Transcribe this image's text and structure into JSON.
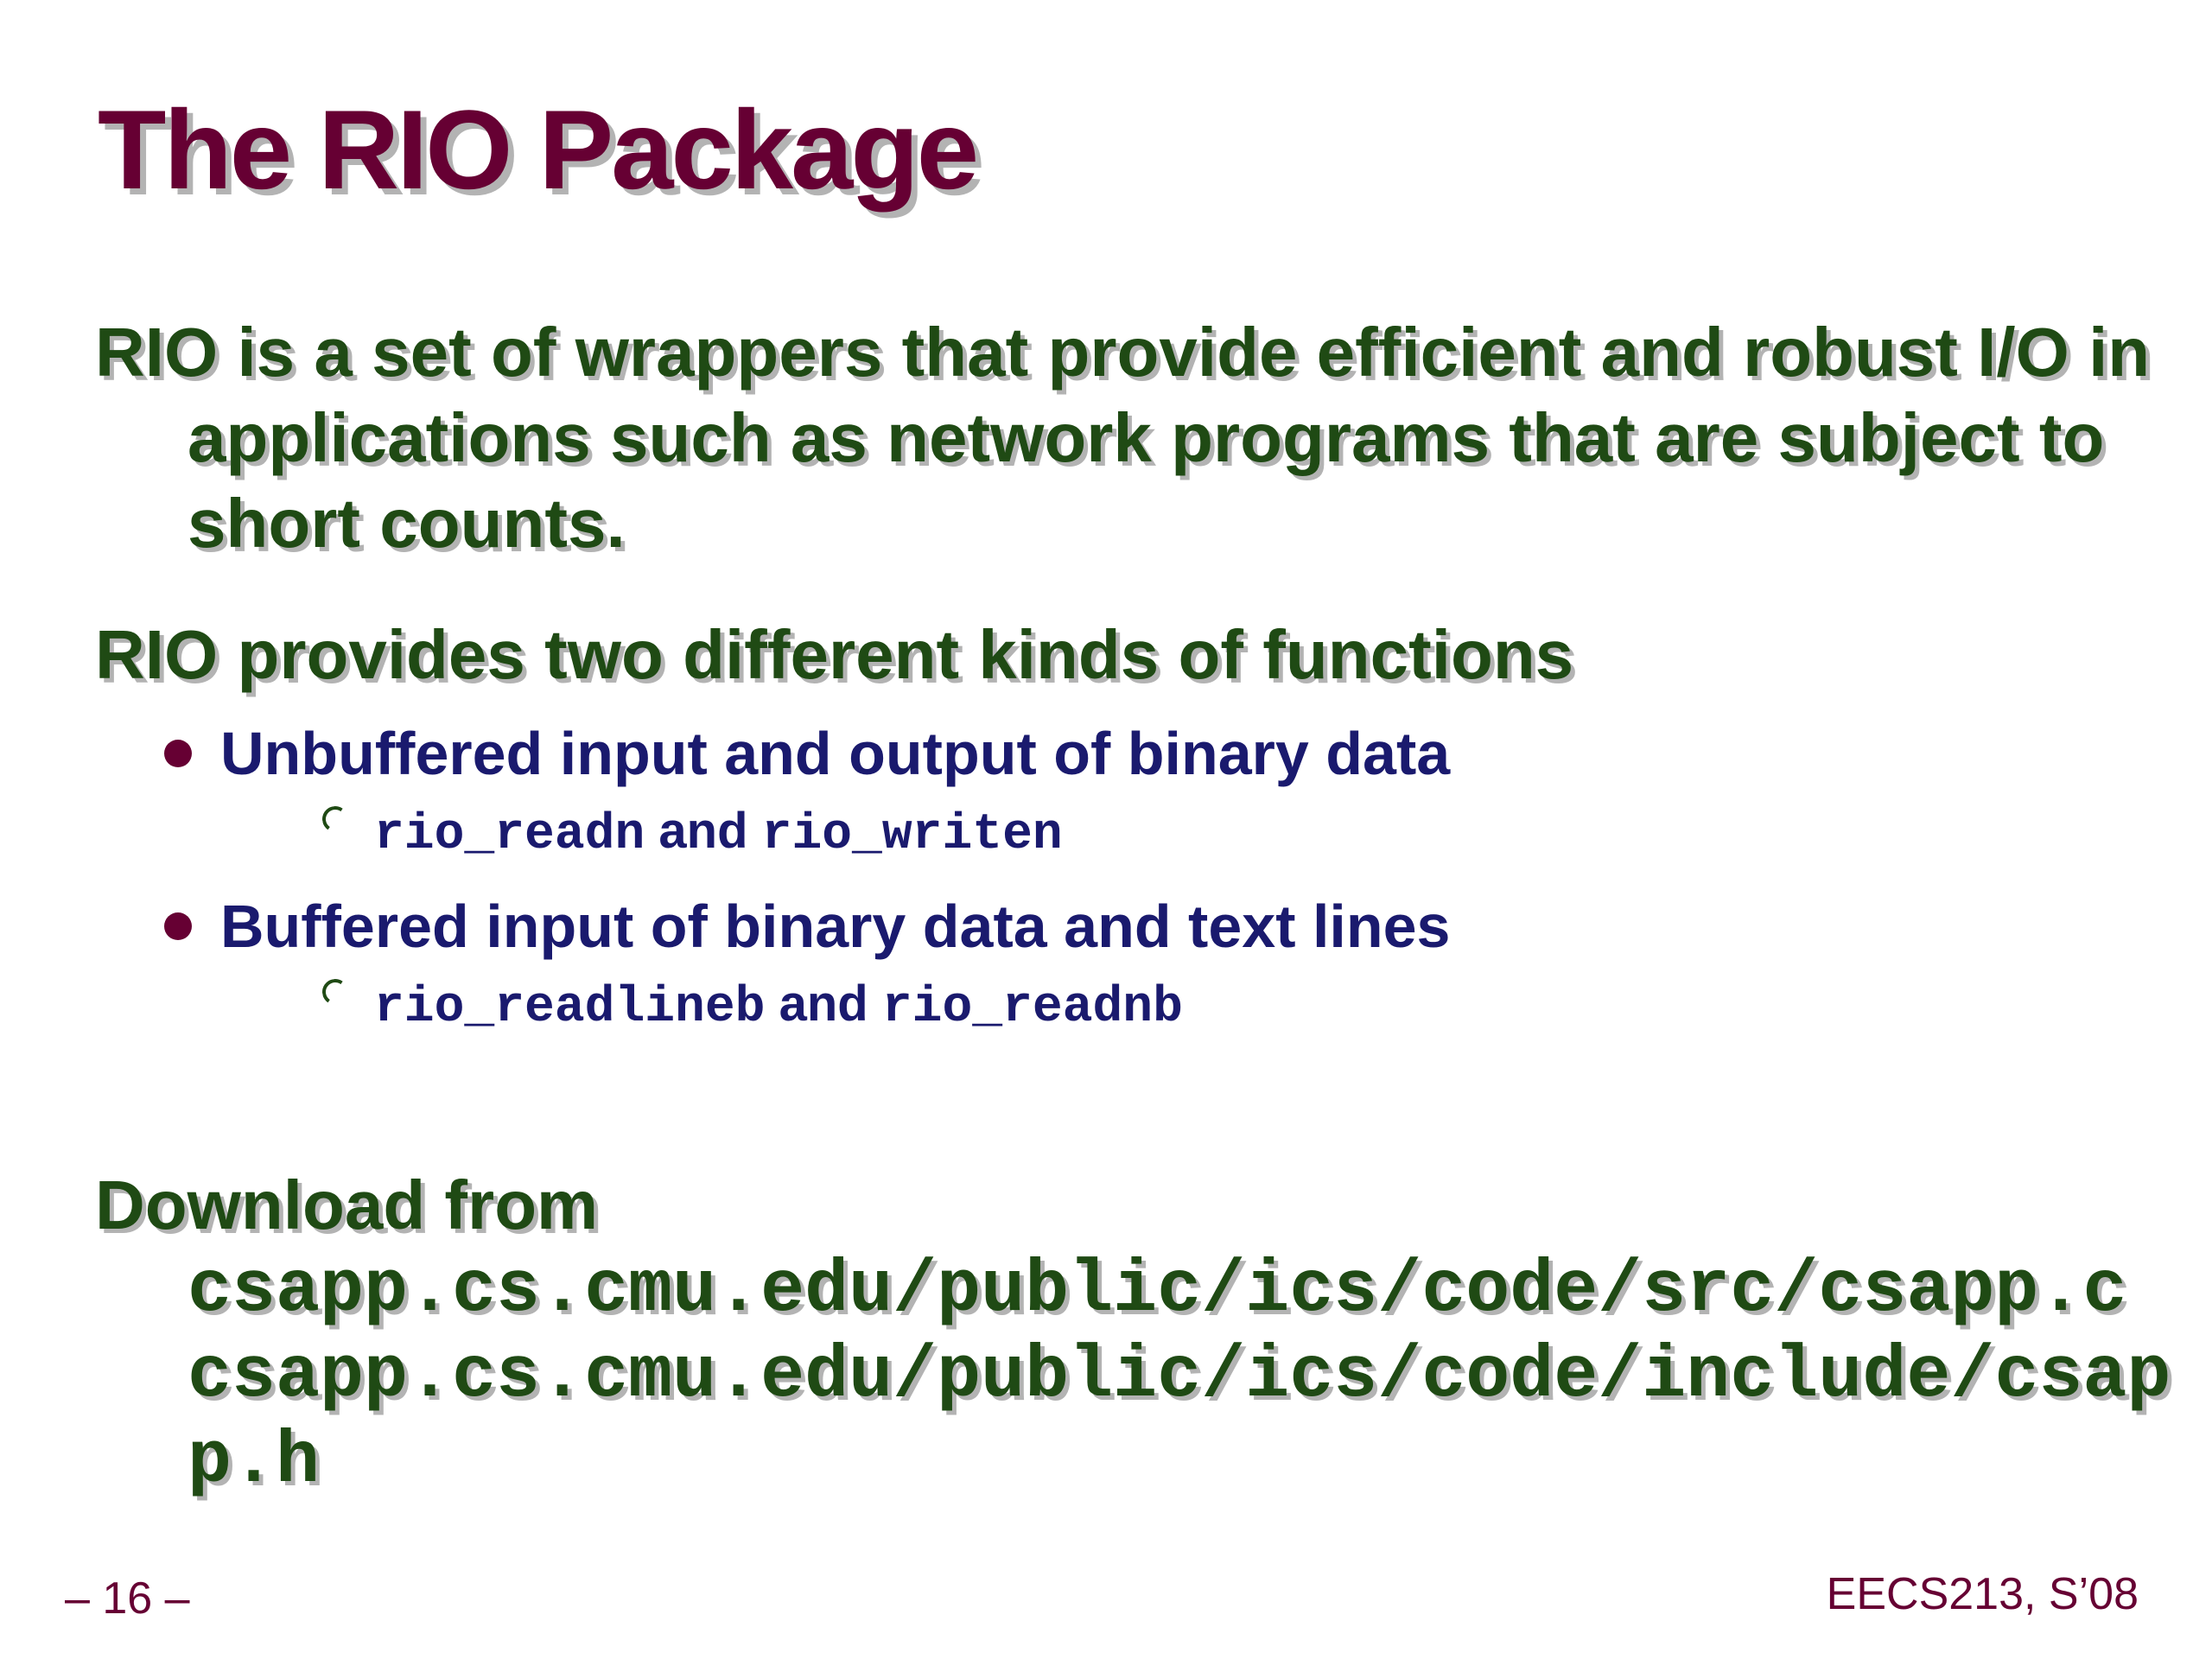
{
  "slide": {
    "title": "The RIO Package",
    "bullets": [
      {
        "text": "RIO is a set of wrappers that provide efficient and robust I/O in applications such as network programs that are subject to short counts."
      },
      {
        "text": "RIO provides two different kinds of functions",
        "subitems": [
          {
            "text": "Unbuffered input and output of binary data",
            "detail": {
              "code1": "rio_readn",
              "joiner": "and",
              "code2": "rio_writen"
            }
          },
          {
            "text": "Buffered input of binary data and text lines",
            "detail": {
              "code1": "rio_readlineb",
              "joiner": "and",
              "code2": "rio_readnb"
            }
          }
        ]
      },
      {
        "text": "Download from",
        "urls": [
          "csapp.cs.cmu.edu/public/ics/code/src/csapp.c",
          "csapp.cs.cmu.edu/public/ics/code/include/csapp.h"
        ]
      }
    ]
  },
  "footer": {
    "page_number": "– 16 –",
    "course": "EECS213, S’08"
  },
  "colors": {
    "title": "#660033",
    "level1": "#1f4a14",
    "level2": "#1a1a6e",
    "shadow": "#b3b3b3"
  }
}
